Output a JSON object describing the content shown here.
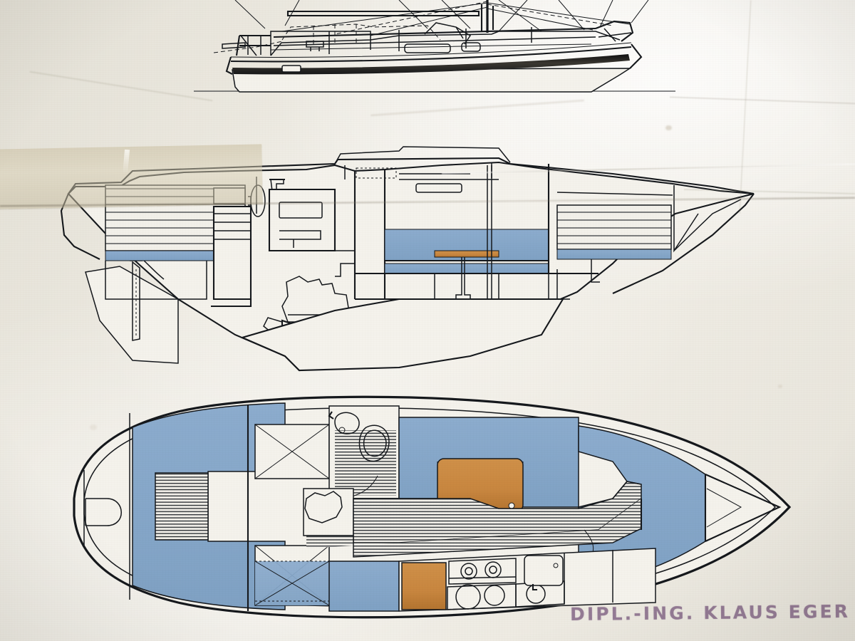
{
  "document": {
    "kind": "sailboat-design-drawing",
    "medium": "photographed aged paper brochure sheet",
    "designer_stamp": "DIPL.-ING. KLAUS EGER",
    "stamp_color": "#76567a",
    "paper_color": "#eceae3",
    "ink_color": "#15181c"
  },
  "palette": {
    "cushion_blue": "#85a7c9",
    "cushion_blue_dark": "#6f93bb",
    "table_tan": "#c8863f",
    "table_tan_dark": "#b3742f",
    "hull_ink": "#15181c",
    "paper": "#eceae3",
    "tape": "#cec4a8"
  },
  "views": [
    {
      "id": "exterior-profile",
      "label": "Exterior sail-plan profile (cropped at top)",
      "features": [
        "bow pulpit",
        "stern pulpit",
        "lifelines and stanchions",
        "dark boot-top / waterline stripe",
        "cockpit coaming",
        "mast with rigging",
        "dashed dodger outline",
        "cabin windows",
        "hull port"
      ]
    },
    {
      "id": "interior-cutaway",
      "label": "Interior cutaway longitudinal section",
      "features": [
        "aft cabin berth",
        "rudder and skeg",
        "propeller and shaft",
        "engine compartment",
        "companionway steps",
        "galley",
        "saloon settees",
        "saloon table with pedestal",
        "mast compression post",
        "head compartment",
        "forward V-berth",
        "chain locker",
        "fin keel"
      ]
    },
    {
      "id": "accommodation-plan",
      "label": "Accommodation deck plan",
      "features": [
        "V-berth forward",
        "anchor locker",
        "hanging lockers",
        "head with sink and toilet",
        "saloon settees",
        "saloon table",
        "galley with two-burner stove",
        "double sink",
        "icebox",
        "chart table",
        "quarter berth",
        "cockpit",
        "stern lazarette"
      ]
    }
  ],
  "labels": {
    "none_visible": "This drawing sheet carries no printed dimension text other than the designer stamp."
  }
}
